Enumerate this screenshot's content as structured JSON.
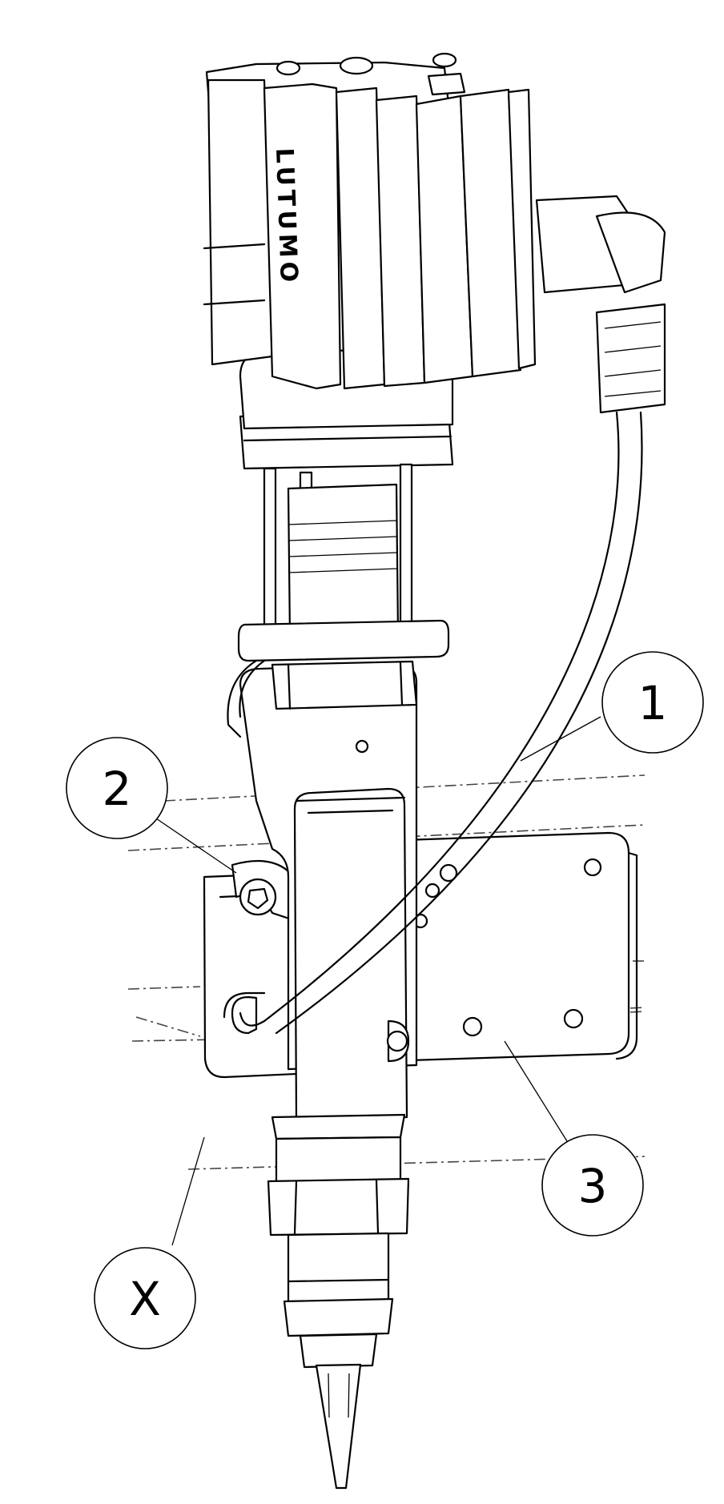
{
  "callouts": [
    {
      "id": "1",
      "label": "1"
    },
    {
      "id": "2",
      "label": "2"
    },
    {
      "id": "3",
      "label": "3"
    },
    {
      "id": "x",
      "label": "X"
    }
  ],
  "logo_text": "LUTUMO"
}
